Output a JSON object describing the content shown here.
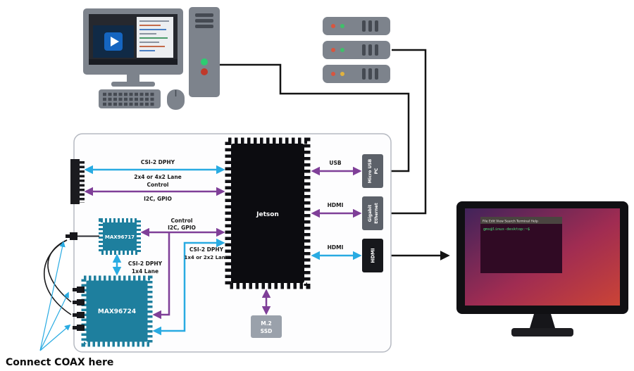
{
  "caption": "Connect COAX here",
  "board": {
    "jetson": "Jetson",
    "serializer": "MAX96717",
    "deserializer": "MAX96724",
    "ssd_line1": "M.2",
    "ssd_line2": "SSD",
    "port_microusb_line1": "Micro USB",
    "port_microusb_line2": "PC",
    "port_eth_line1": "Gigabit",
    "port_eth_line2": "Ethernet",
    "port_hdmi": "HDMI"
  },
  "links": {
    "csi_top_1": "CSI-2 DPHY",
    "csi_top_2": "2x4 or 4x2 Lane",
    "ctrl_top_1": "Control",
    "ctrl_top_2": "I2C, GPIO",
    "ctrl_mid_1": "Control",
    "ctrl_mid_2": "I2C, GPIO",
    "csi_mid_1": "CSI-2 DPHY",
    "csi_mid_2": "1x4 or 2x2 Lane",
    "csi_serdes_1": "CSI-2 DPHY",
    "csi_serdes_2": "1x4 Lane",
    "usb": "USB",
    "hdmi_mid": "HDMI",
    "hdmi_out": "HDMI"
  },
  "display": {
    "menubar": "File Edit View Search Terminal Help",
    "prompt": "gms@linux-desktop:~$"
  },
  "colors": {
    "csi_blue": "#29ABE2",
    "control_purple": "#7F3F98",
    "chip_teal": "#1E7F9E",
    "device_gray": "#7D838C"
  }
}
